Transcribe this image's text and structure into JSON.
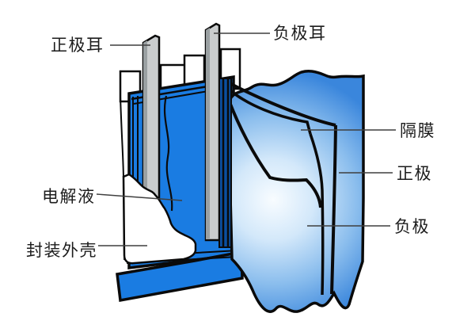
{
  "diagram": {
    "kind": "battery-structure-cutaway",
    "labels": {
      "positive_tab": "正极耳",
      "negative_tab": "负极耳",
      "separator": "隔膜",
      "cathode": "正极",
      "anode": "负极",
      "electrolyte": "电解液",
      "shell": "封装外壳"
    }
  },
  "colors": {
    "background": "#ffffff",
    "body_blue": "#1a7ce2",
    "deep_blue": "#0b4fa0",
    "sheet_edge_blue": "#3a86dc",
    "sheet_mid_blue": "#8abded",
    "sheet_light_blue": "#d3e8fa",
    "sheet_highlight": "#f8fcff",
    "tab_gray": "#c9cccd",
    "tab_gray_dark": "#9aa0a2",
    "outline_black": "#0a0a0a",
    "leader_line": "#3f3f3f",
    "label_text": "#1c1c1c"
  }
}
